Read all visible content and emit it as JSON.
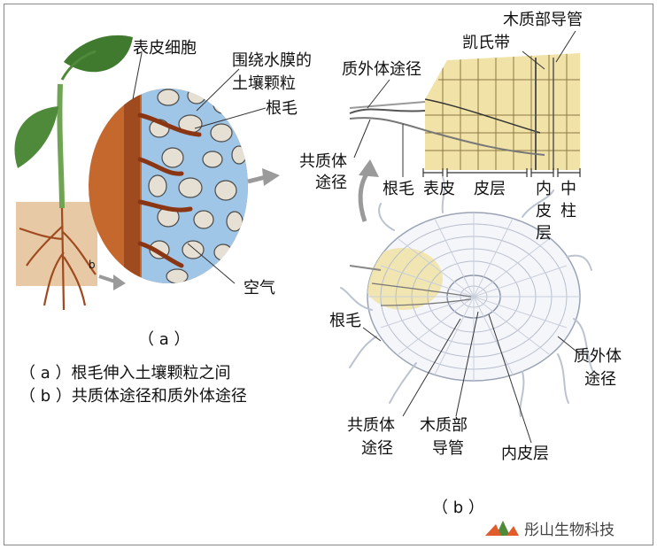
{
  "diagram": {
    "labels": {
      "epidermal_cell": "表皮细胞",
      "soil_particle_line1": "围绕水膜的",
      "soil_particle_line2": "土壤颗粒",
      "root_hair_a": "根毛",
      "air": "空气",
      "apoplast_top": "质外体途径",
      "casparian_strip": "凯氏带",
      "xylem_top": "木质部导管",
      "symplast_top_line1": "共质体",
      "symplast_top_line2": "途径",
      "root_hair_top": "根毛",
      "epidermis": "表皮",
      "cortex": "皮层",
      "endodermis_line1": "内",
      "endodermis_line2": "皮",
      "endodermis_line3": "层",
      "stele_line1": "中",
      "stele_line2": "柱",
      "root_hair_b": "根毛",
      "apoplast_right_line1": "质外体",
      "apoplast_right_line2": "途径",
      "symplast_bottom_line1": "共质体",
      "symplast_bottom_line2": "途径",
      "xylem_bottom_line1": "木质部",
      "xylem_bottom_line2": "导管",
      "endodermis_bottom": "内皮层",
      "small_b": "b"
    },
    "panel_a_label": "（ a ）",
    "panel_b_label": "（ b ）",
    "caption_a": "（ a ）根毛伸入土壤颗粒之间",
    "caption_b": "（ b ）共质体途径和质外体途径",
    "watermark": "彤山生物科技"
  },
  "colors": {
    "leaf": "#4f8a3a",
    "stem": "#6fa552",
    "soil": "#e8c9a6",
    "root": "#a04a1f",
    "circle_edge": "#c4682e",
    "cells_bg": "#9fc6e6",
    "particle": "#e6dfd3",
    "tissue": "#f1e3a8",
    "cross_section": "#f4f6fa",
    "arrow": "#9a9a9a"
  }
}
